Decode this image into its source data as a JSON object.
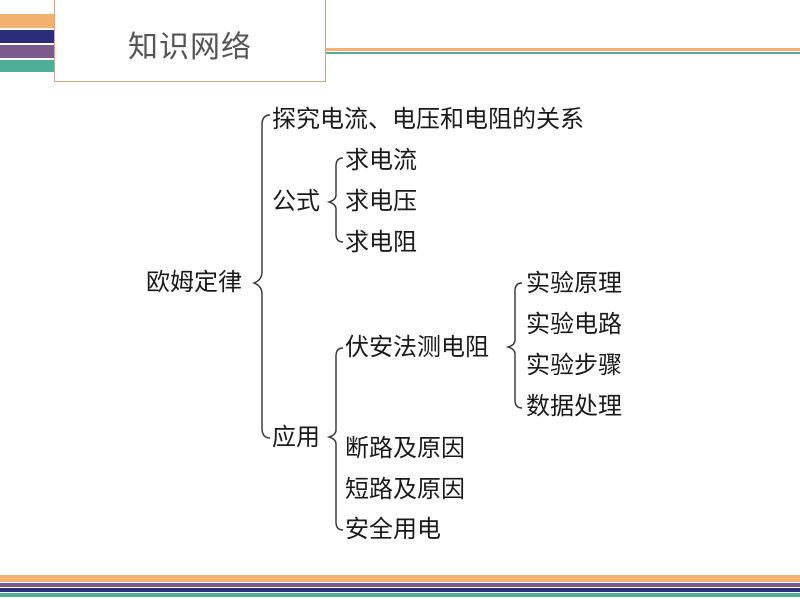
{
  "header": {
    "title": "知识网络"
  },
  "colors": {
    "orange": "#f2b16e",
    "navy": "#2b2c7a",
    "purple": "#7c5a8c",
    "teal": "#4fae98",
    "bracket": "#333333",
    "title_border": "#e2a07a"
  },
  "diagram": {
    "root": "欧姆定律",
    "branches": {
      "relation": "探究电流、电压和电阻的关系",
      "formula": {
        "label": "公式",
        "items": [
          "求电流",
          "求电压",
          "求电阻"
        ]
      },
      "application": {
        "label": "应用",
        "voltammetry": {
          "label": "伏安法测电阻",
          "items": [
            "实验原理",
            "实验电路",
            "实验步骤",
            "数据处理"
          ]
        },
        "items": [
          "断路及原因",
          "短路及原因",
          "安全用电"
        ]
      }
    }
  }
}
